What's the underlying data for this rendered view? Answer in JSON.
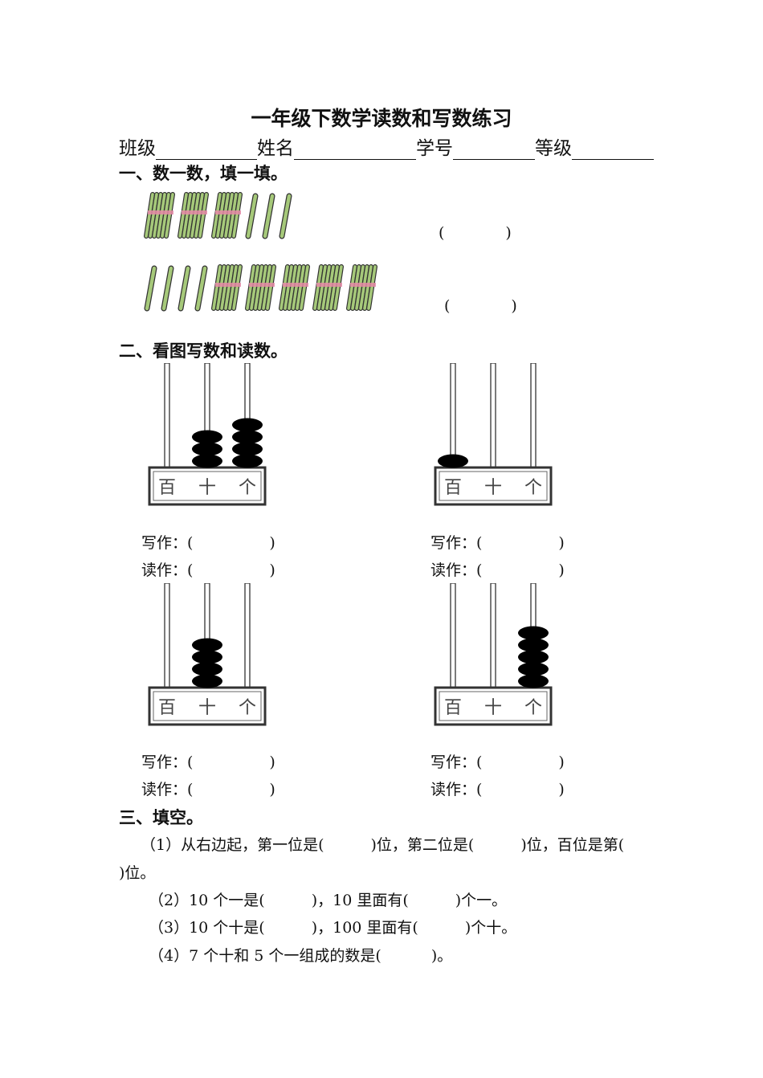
{
  "header": {
    "title": "一年级下数学读数和写数练习",
    "class_label": "班级",
    "name_label": "姓名",
    "number_label": "学号",
    "grade_label": "等级"
  },
  "section1": {
    "heading": "一、数一数，填一填。",
    "row1_order": [
      "bundle",
      "bundle",
      "bundle",
      "stick",
      "stick",
      "stick"
    ],
    "row2_order": [
      "stick",
      "stick",
      "stick",
      "stick",
      "bundle",
      "bundle",
      "bundle",
      "bundle",
      "bundle"
    ],
    "paren_open": "(",
    "paren_close": ")",
    "stick_color": "#a6c97a",
    "band_color": "#e58aa7"
  },
  "section2": {
    "heading": "二、看图写数和读数。",
    "place_labels": [
      "百",
      "十",
      "个"
    ],
    "write_label": "写作：(",
    "read_label": "读作：(",
    "close": ")",
    "abacuses": [
      {
        "beads": [
          0,
          3,
          4
        ]
      },
      {
        "beads": [
          1,
          0,
          0
        ]
      },
      {
        "beads": [
          0,
          4,
          0
        ]
      },
      {
        "beads": [
          0,
          0,
          5
        ]
      }
    ]
  },
  "section3": {
    "heading": "三、填空。",
    "q1": {
      "a": "（1）从右边起，第一位是(",
      "b": ")位，第二位是(",
      "c": ")位，百位是第(",
      "d": ")位。"
    },
    "q2": {
      "a": "（2）10 个一是(",
      "b": ")，10 里面有(",
      "c": ")个一。"
    },
    "q3": {
      "a": "（3）10 个十是(",
      "b": ")，100 里面有(",
      "c": ")个十。"
    },
    "q4": {
      "a": "（4）7 个十和 5 个一组成的数是(",
      "b": ")。"
    }
  }
}
